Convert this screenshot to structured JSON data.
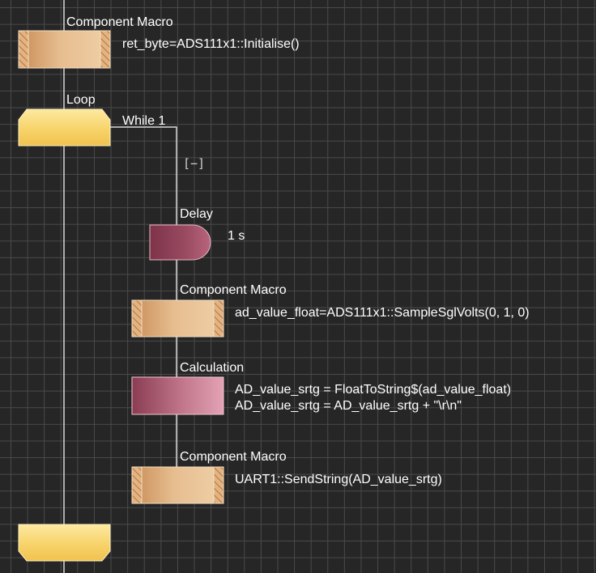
{
  "nodes": {
    "init_macro": {
      "title": "Component Macro",
      "text": "ret_byte=ADS111x1::Initialise()"
    },
    "loop_start": {
      "title": "Loop",
      "condition": "While 1",
      "collapse_toggle": "[−]"
    },
    "delay": {
      "title": "Delay",
      "text": "1 s"
    },
    "sample_macro": {
      "title": "Component Macro",
      "text": "ad_value_float=ADS111x1::SampleSglVolts(0, 1, 0)"
    },
    "calculation": {
      "title": "Calculation",
      "line1": "AD_value_srtg = FloatToString$(ad_value_float)",
      "line2": "AD_value_srtg = AD_value_srtg + \"\\r\\n\""
    },
    "send_macro": {
      "title": "Component Macro",
      "text": "UART1::SendString(AD_value_srtg)"
    }
  },
  "colors": {
    "background": "#262626",
    "grid": "#4a4a4a",
    "connector": "#d8d8d8",
    "macro_block": "#e3b98a",
    "macro_hatch": "#c9874d",
    "loop_block": "#f7d96c",
    "delay_block": "#8f4358",
    "calc_block": "#d58aa0"
  }
}
